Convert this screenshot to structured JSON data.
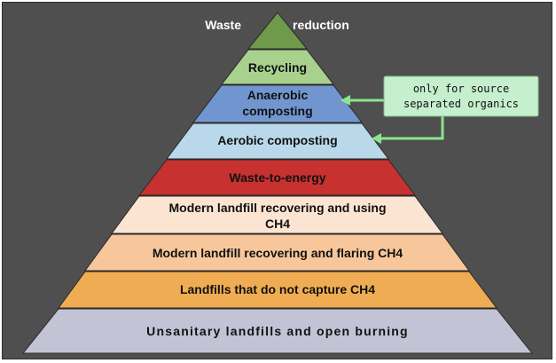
{
  "title": {
    "left": "Waste",
    "right": "reduction"
  },
  "levels": [
    {
      "label": "Recycling",
      "color": "#a9d18e"
    },
    {
      "label": "Anaerobic composting",
      "lines": [
        "Anaerobic",
        "composting"
      ],
      "color": "#7196cf"
    },
    {
      "label": "Aerobic composting",
      "color": "#b9d8ea"
    },
    {
      "label": "Waste-to-energy",
      "color": "#c7312f"
    },
    {
      "label": "Modern landfill recovering and using CH4",
      "lines": [
        "Modern landfill recovering and using",
        "CH4"
      ],
      "color": "#fbe5d2"
    },
    {
      "label": "Modern landfill recovering and flaring CH4",
      "color": "#f7c79b"
    },
    {
      "label": "Landfills that do not capture CH4",
      "color": "#f0ac53"
    },
    {
      "label": "Unsanitary landfills and open burning",
      "color": "#c3c3d6"
    }
  ],
  "apex_color": "#6f9a4a",
  "note": {
    "lines": [
      "only for source",
      "separated organics"
    ],
    "color": "#c6efce",
    "connector_color": "#8ee48e"
  }
}
